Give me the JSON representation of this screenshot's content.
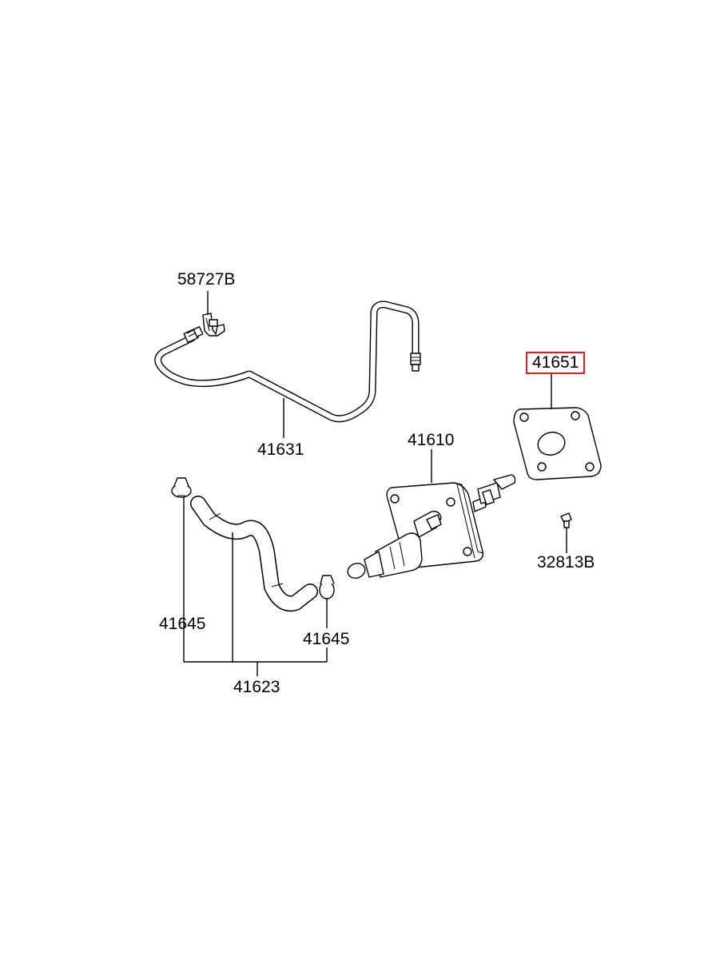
{
  "labels": {
    "clip_58727b": "58727B",
    "tube_41631": "41631",
    "plate_41651": "41651",
    "cylinder_41610": "41610",
    "bolt_32813b": "32813B",
    "clamp_left_41645": "41645",
    "clamp_right_41645": "41645",
    "hose_41623": "41623"
  },
  "highlight": {
    "part": "41651",
    "color": "#e02020"
  }
}
